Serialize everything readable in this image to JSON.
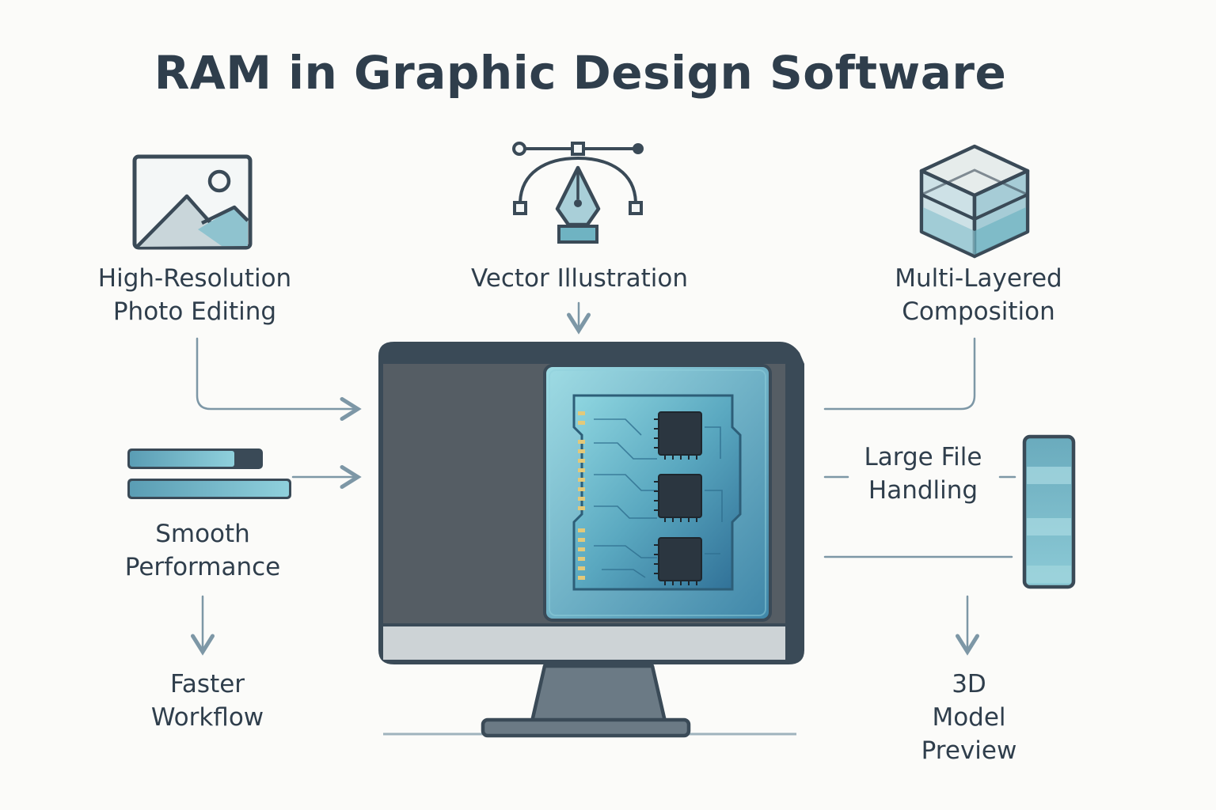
{
  "title": "RAM in Graphic Design Software",
  "nodes": {
    "photo_editing": {
      "line1": "High-Resolution",
      "line2": "Photo Editing",
      "icon": "image-icon"
    },
    "vector_illustration": {
      "line1": "Vector Illustration",
      "icon": "pen-tool-icon"
    },
    "multi_layered": {
      "line1": "Multi-Layered",
      "line2": "Composition",
      "icon": "layered-cube-icon"
    },
    "smooth_performance": {
      "line1": "Smooth",
      "line2": "Performance",
      "icon": "progress-bars-icon"
    },
    "faster_workflow": {
      "line1": "Faster",
      "line2": "Workflow"
    },
    "large_file": {
      "line1": "Large File",
      "line2": "Handling",
      "icon": "memory-stick-icon"
    },
    "model_preview": {
      "line1": "3D",
      "line2": "Model",
      "line3": "Preview"
    }
  },
  "center": {
    "icon": "monitor-with-ram-module-icon"
  },
  "colors": {
    "text": "#2f3e4c",
    "outline": "#3a4a57",
    "connector": "#7d97a6",
    "accent_teal": "#6fb3c2",
    "screen_dark": "#555d64",
    "ram_board": "#3f8aa8"
  }
}
